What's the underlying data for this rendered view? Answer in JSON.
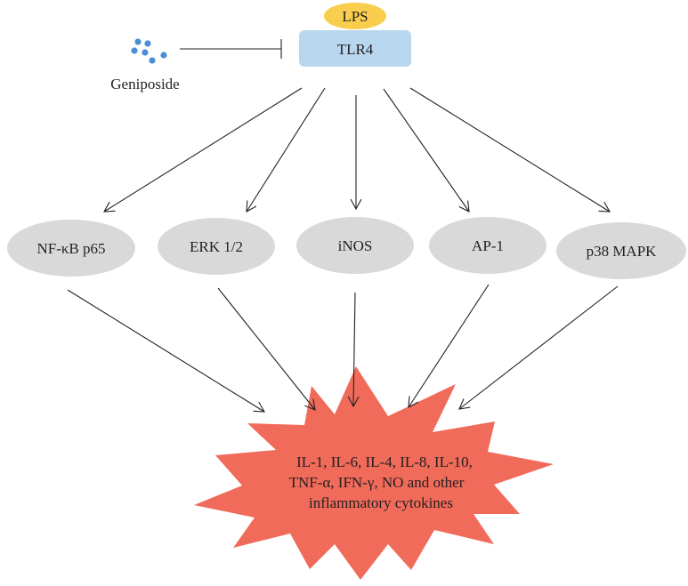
{
  "receptor": {
    "ligand_label": "LPS",
    "receptor_label": "TLR4"
  },
  "inhibitor": {
    "label": "Geniposide"
  },
  "mediators": [
    {
      "label": "NF-κB p65",
      "id": "nfkb"
    },
    {
      "label": "ERK 1/2",
      "id": "erk"
    },
    {
      "label": "iNOS",
      "id": "inos"
    },
    {
      "label": "AP-1",
      "id": "ap1"
    },
    {
      "label": "p38 MAPK",
      "id": "p38"
    }
  ],
  "output": {
    "line1": "IL-1, IL-6, IL-4, IL-8, IL-10,",
    "line2": "TNF-α, IFN-γ, NO and other",
    "line3": "inflammatory cytokines"
  },
  "colors": {
    "ligand_fill": "#f9cd4e",
    "receptor_fill": "#b8d7ee",
    "mediator_fill": "#d9d9d9",
    "burst_fill": "#f06b5a",
    "dots": "#4a8fd6",
    "line": "#231f20"
  }
}
